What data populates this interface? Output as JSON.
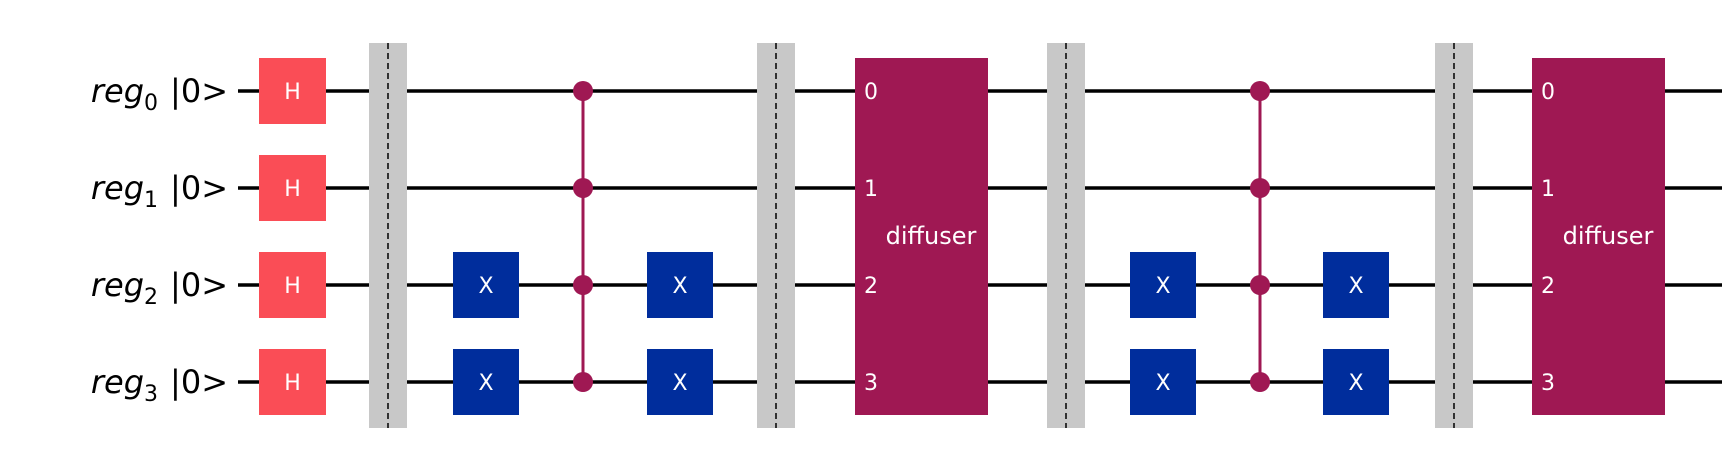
{
  "qubits": [
    {
      "name": "reg",
      "index": "0",
      "init": "|0>"
    },
    {
      "name": "reg",
      "index": "1",
      "init": "|0>"
    },
    {
      "name": "reg",
      "index": "2",
      "init": "|0>"
    },
    {
      "name": "reg",
      "index": "3",
      "init": "|0>"
    }
  ],
  "gates": {
    "h": {
      "label": "H",
      "color": "#fa4d56"
    },
    "x": {
      "label": "X",
      "color": "#002d9c"
    },
    "control_color": "#9f1853",
    "barrier_color": "#c8c8c8"
  },
  "diffuser": {
    "label": "diffuser",
    "color": "#9f1853",
    "ports": [
      "0",
      "1",
      "2",
      "3"
    ]
  }
}
